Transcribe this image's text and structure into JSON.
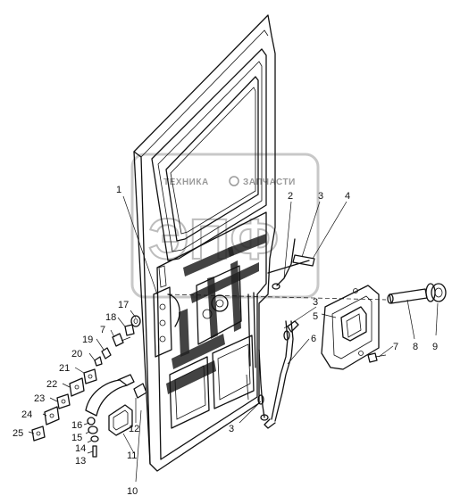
{
  "watermark": {
    "top_text_left": "ТЕХНИКА",
    "top_text_right": "ЗАПЧАСТИ",
    "logo_letters": "ЭПФ"
  },
  "callouts": [
    {
      "id": "c1",
      "text": "1"
    },
    {
      "id": "c2",
      "text": "2"
    },
    {
      "id": "c3a",
      "text": "3"
    },
    {
      "id": "c4",
      "text": "4"
    },
    {
      "id": "c3b",
      "text": "3"
    },
    {
      "id": "c5",
      "text": "5"
    },
    {
      "id": "c6",
      "text": "6"
    },
    {
      "id": "c7a",
      "text": "7"
    },
    {
      "id": "c8",
      "text": "8"
    },
    {
      "id": "c9",
      "text": "9"
    },
    {
      "id": "c3c",
      "text": "3"
    },
    {
      "id": "c17",
      "text": "17"
    },
    {
      "id": "c18",
      "text": "18"
    },
    {
      "id": "c7b",
      "text": "7"
    },
    {
      "id": "c19",
      "text": "19"
    },
    {
      "id": "c20",
      "text": "20"
    },
    {
      "id": "c21",
      "text": "21"
    },
    {
      "id": "c22",
      "text": "22"
    },
    {
      "id": "c23",
      "text": "23"
    },
    {
      "id": "c24",
      "text": "24"
    },
    {
      "id": "c25",
      "text": "25"
    },
    {
      "id": "c16",
      "text": "16"
    },
    {
      "id": "c15",
      "text": "15"
    },
    {
      "id": "c14",
      "text": "14"
    },
    {
      "id": "c13",
      "text": "13"
    },
    {
      "id": "c12",
      "text": "12"
    },
    {
      "id": "c11",
      "text": "11"
    },
    {
      "id": "c10",
      "text": "10"
    }
  ]
}
